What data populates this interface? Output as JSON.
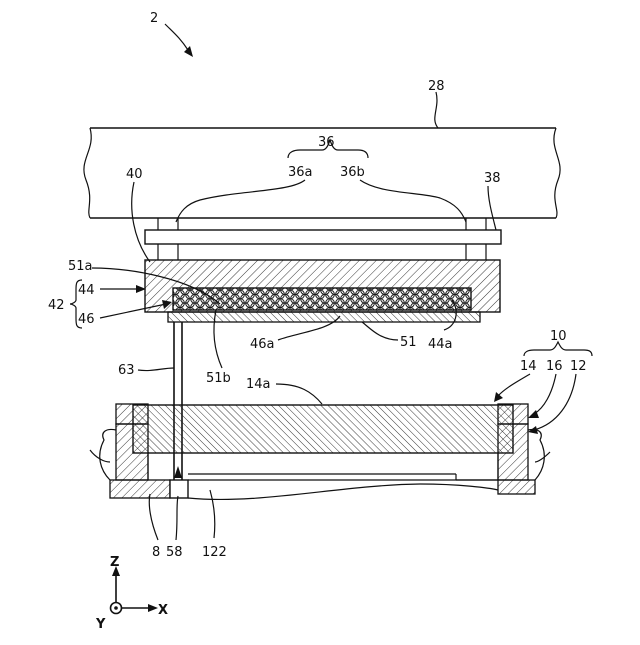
{
  "figure": {
    "labels": {
      "l2": "2",
      "l28": "28",
      "l36": "36",
      "l36a": "36a",
      "l36b": "36b",
      "l38": "38",
      "l40": "40",
      "l51a": "51a",
      "l42": "42",
      "l44": "44",
      "l46": "46",
      "l46a": "46a",
      "l51": "51",
      "l44a": "44a",
      "l51b": "51b",
      "l14a": "14a",
      "l63": "63",
      "l10": "10",
      "l14": "14",
      "l16": "16",
      "l12": "12",
      "l8": "8",
      "l58": "58",
      "l122": "122"
    },
    "axes": {
      "z": "Z",
      "x": "X",
      "y": "Y"
    }
  }
}
